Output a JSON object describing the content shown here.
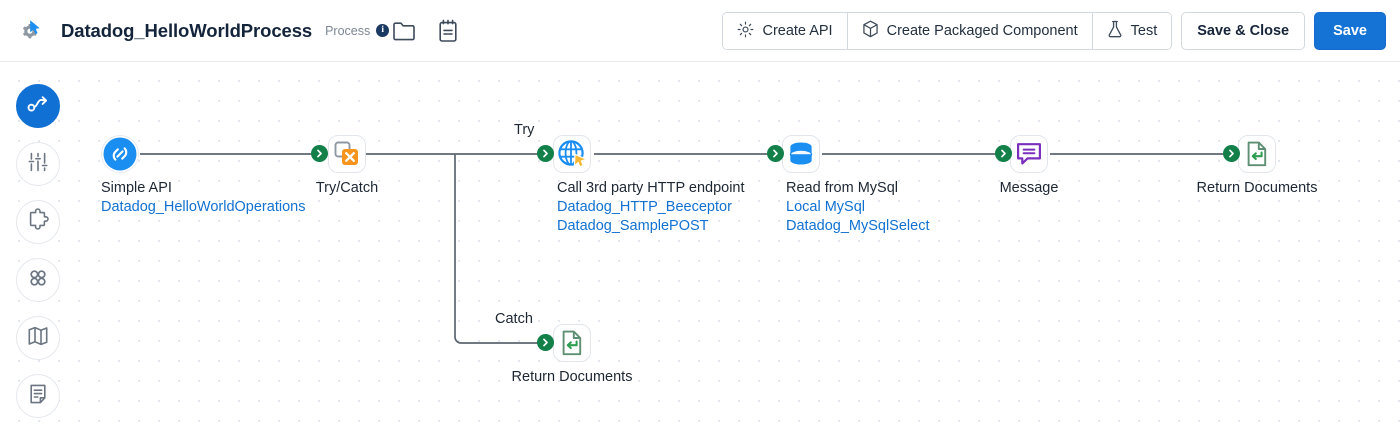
{
  "header": {
    "logo_icon": "gear-cursor-logo-icon",
    "title": "Datadog_HelloWorldProcess",
    "type_label": "Process",
    "info_badge": "i",
    "folder_icon": "folder-icon",
    "notes_icon": "notepad-icon",
    "buttons": {
      "create_api": "Create API",
      "create_packaged_component": "Create Packaged Component",
      "test": "Test",
      "save_and_close": "Save & Close",
      "save": "Save"
    },
    "icons": {
      "create_api": "gear-icon",
      "create_packaged_component": "package-icon",
      "test": "flask-icon"
    }
  },
  "sidebar": {
    "items": [
      {
        "name": "process-flow",
        "icon": "flow-path-icon",
        "active": true
      },
      {
        "name": "sliders",
        "icon": "sliders-icon",
        "active": false
      },
      {
        "name": "connectors",
        "icon": "puzzle-piece-icon",
        "active": false
      },
      {
        "name": "components",
        "icon": "four-circles-icon",
        "active": false
      },
      {
        "name": "map",
        "icon": "map-icon",
        "active": false
      },
      {
        "name": "notes",
        "icon": "document-note-icon",
        "active": false
      }
    ]
  },
  "flow": {
    "branch_labels": {
      "try": "Try",
      "catch": "Catch"
    },
    "nodes": [
      {
        "id": "simple-api",
        "icon": "plug-icon",
        "label": "Simple API",
        "subs": [
          "Datadog_HelloWorldOperations"
        ]
      },
      {
        "id": "try-catch",
        "icon": "try-catch-icon",
        "label": "Try/Catch",
        "subs": []
      },
      {
        "id": "http-endpoint",
        "icon": "globe-cursor-icon",
        "label": "Call 3rd party HTTP endpoint",
        "subs": [
          "Datadog_HTTP_Beeceptor",
          "Datadog_SamplePOST"
        ]
      },
      {
        "id": "read-mysql",
        "icon": "database-icon",
        "label": "Read from MySql",
        "subs": [
          "Local MySql",
          "Datadog_MySqlSelect"
        ]
      },
      {
        "id": "message",
        "icon": "message-bubble-icon",
        "label": "Message",
        "subs": []
      },
      {
        "id": "return-documents-try",
        "icon": "return-document-icon",
        "label": "Return Documents",
        "subs": []
      },
      {
        "id": "return-documents-catch",
        "icon": "return-document-icon",
        "label": "Return Documents",
        "subs": []
      }
    ]
  },
  "colors": {
    "accent_blue": "#1673d6",
    "link_blue": "#1271d1",
    "connector_green": "#13804a",
    "warning_orange": "#f7941e",
    "message_purple": "#7b2fbe",
    "document_green": "#2f9e52",
    "wire_gray": "#5c6670"
  }
}
